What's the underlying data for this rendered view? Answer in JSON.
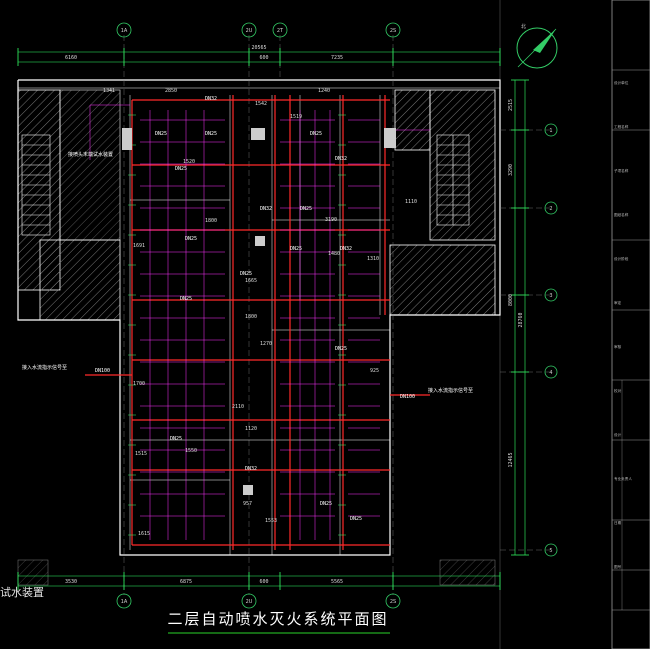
{
  "title": "二层自动喷水灭火系统平面图",
  "left_label": "试水装置",
  "grid_top": [
    "1A",
    "2U",
    "2T",
    "2S"
  ],
  "grid_bottom": [
    "1A",
    "2U",
    "2S"
  ],
  "grid_right": [
    "1",
    "2",
    "3",
    "4",
    "5"
  ],
  "dims_top": {
    "total": "20565",
    "segments": [
      "6160",
      "600",
      "7235"
    ]
  },
  "dims_bottom": {
    "segments": [
      "3530",
      "6875",
      "600",
      "5565"
    ]
  },
  "dims_right": [
    "2515",
    "3290",
    "8000",
    "28760",
    "12465"
  ],
  "notes": {
    "note1": "接喷头末端试水装置",
    "note2": "接入水流指示信号至",
    "note3": "接入水流指示信号至"
  },
  "pipe_labels": [
    {
      "text": "DN32"
    },
    {
      "text": "DN25"
    },
    {
      "text": "DN25"
    },
    {
      "text": "DN25"
    },
    {
      "text": "DN32"
    },
    {
      "text": "DN25"
    },
    {
      "text": "DN32"
    },
    {
      "text": "DN25"
    },
    {
      "text": "DN25"
    },
    {
      "text": "DN32"
    },
    {
      "text": "DN25"
    },
    {
      "text": "DN100"
    },
    {
      "text": "DN100"
    },
    {
      "text": "DN25"
    },
    {
      "text": "DN25"
    },
    {
      "text": "DN25"
    },
    {
      "text": "DN32"
    },
    {
      "text": "DN25"
    },
    {
      "text": "DN25"
    },
    {
      "text": "DN25"
    }
  ],
  "dim_labels": [
    {
      "text": "1341"
    },
    {
      "text": "2850"
    },
    {
      "text": "1542"
    },
    {
      "text": "1240"
    },
    {
      "text": "1519"
    },
    {
      "text": "1520"
    },
    {
      "text": "1800"
    },
    {
      "text": "3190"
    },
    {
      "text": "1480"
    },
    {
      "text": "1310"
    },
    {
      "text": "1691"
    },
    {
      "text": "1665"
    },
    {
      "text": "1800"
    },
    {
      "text": "1270"
    },
    {
      "text": "1700"
    },
    {
      "text": "1550"
    },
    {
      "text": "1515"
    },
    {
      "text": "1553"
    },
    {
      "text": "957"
    },
    {
      "text": "1615"
    },
    {
      "text": "1120"
    },
    {
      "text": "2110"
    },
    {
      "text": "925"
    },
    {
      "text": "1110"
    }
  ],
  "title_block_rows": [
    "设计单位",
    "工程名称",
    "子项名称",
    "图纸名称",
    "设计阶段",
    "审定",
    "审核",
    "校对",
    "设计",
    "专业负责人",
    "日期",
    "图号"
  ],
  "colors": {
    "background": "#000000",
    "wall": "#ffffff",
    "pipe_main": "#ff2a2a",
    "pipe_branch": "#ff33ff",
    "dim_line": "#33ff66",
    "grid_bubble": "#33cc66",
    "hatch": "#808080",
    "title_underline": "#22aa22"
  }
}
